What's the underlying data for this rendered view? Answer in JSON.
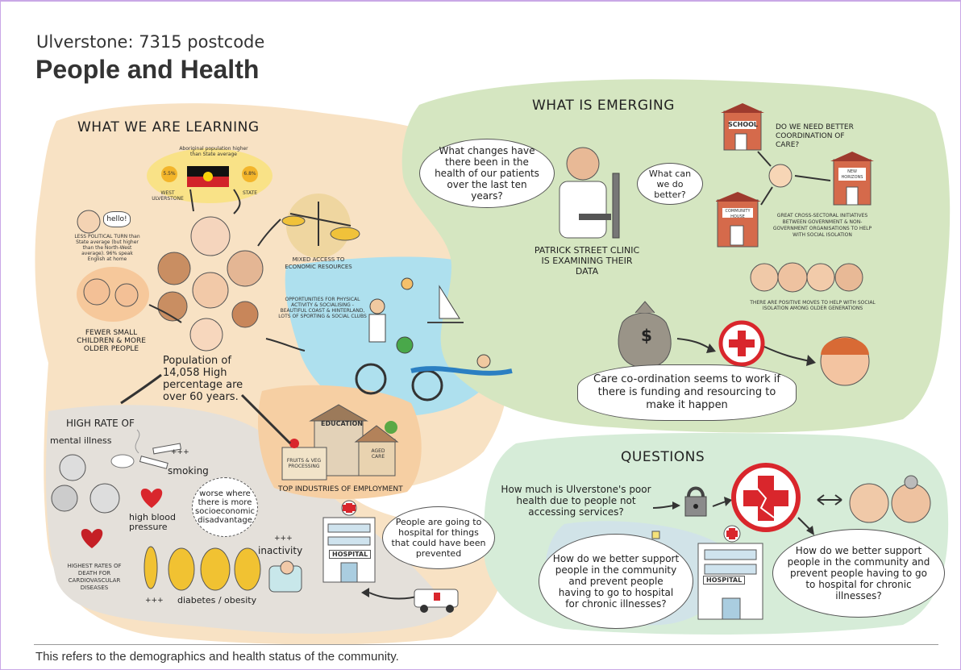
{
  "header": {
    "subtitle": "Ulverstone: 7315 postcode",
    "title": "People and Health"
  },
  "learning": {
    "heading": "WHAT WE ARE LEARNING",
    "aboriginal_caption": "Aboriginal population higher than State average",
    "west_pct": "5.5%",
    "west_label": "WEST ULVERSTONE",
    "state_pct": "6.8%",
    "state_label": "STATE",
    "hello": "hello!",
    "education_note": "LESS POLITICAL TURN than State average (but higher than the North-West average). 96% speak English at home",
    "economic": "MIXED ACCESS TO ECONOMIC RESOURCES",
    "opportunities": "OPPORTUNITIES FOR PHYSICAL ACTIVITY & SOCIALISING - BEAUTIFUL COAST & HINTERLAND, LOTS OF SPORTING & SOCIAL CLUBS",
    "fewer_children": "FEWER SMALL CHILDREN & MORE OLDER PEOPLE",
    "population": "Population of 14,058 High percentage are over 60 years.",
    "high_rate": "HIGH RATE OF",
    "mental_illness": "mental illness",
    "smoking": "smoking",
    "plusses": "+++",
    "blood_pressure": "high blood pressure",
    "disadvantage": "worse where there is more socioeconomic disadvantage",
    "inactivity": "inactivity",
    "diabetes": "diabetes / obesity",
    "death_rates": "HIGHEST RATES OF DEATH FOR CARDIOVASCULAR DISEASES",
    "industries": "TOP INDUSTRIES OF EMPLOYMENT",
    "education_sign": "EDUCATION",
    "fruits_sign": "FRUITS & VEG PROCESSING",
    "aged_care_sign": "AGED CARE",
    "hospital_sign": "HOSPITAL",
    "hospital_note": "People are going to hospital for things that could have been prevented"
  },
  "emerging": {
    "heading": "WHAT IS EMERGING",
    "changes_question": "What changes have there been in the health of our patients over the last ten years?",
    "better_question": "What can we do better?",
    "clinic": "PATRICK STREET CLINIC IS EXAMINING THEIR DATA",
    "school": "SCHOOL",
    "coordination": "DO WE NEED BETTER COORDINATION OF CARE?",
    "new_horizons": "NEW HORIZONS",
    "community_house": "COMMUNITY HOUSE",
    "cross_sectoral": "GREAT CROSS-SECTORAL INITIATIVES BETWEEN GOVERNMENT & NON-GOVERNMENT ORGANISATIONS TO HELP WITH SOCIAL ISOLATION",
    "positive_moves": "THERE ARE POSITIVE MOVES TO HELP WITH SOCIAL ISOLATION AMONG OLDER GENERATIONS",
    "money_symbol": "$",
    "care_statement": "Care co-ordination seems to work if there is funding and resourcing to make it happen"
  },
  "questions": {
    "heading": "QUESTIONS",
    "q1": "How much is Ulverstone's poor health due to people not accessing services?",
    "q2": "How do we better support people in the community and prevent people having to go to hospital for chronic illnesses?",
    "q3": "How do we better support people in the community and prevent people having to go to hospital for chronic illnesses?",
    "hospital_sign": "HOSPITAL"
  },
  "footer": {
    "text": "This refers to the demographics and health status of the community."
  },
  "colors": {
    "learning_bg": "#f8e2c4",
    "emerging_bg": "#d5e6c1",
    "questions_bg": "#d6ecd8",
    "grey_blob": "#e4e0da",
    "sea": "#aee0ee",
    "red_cross": "#d9262c",
    "frame": "#c9a7e6"
  }
}
